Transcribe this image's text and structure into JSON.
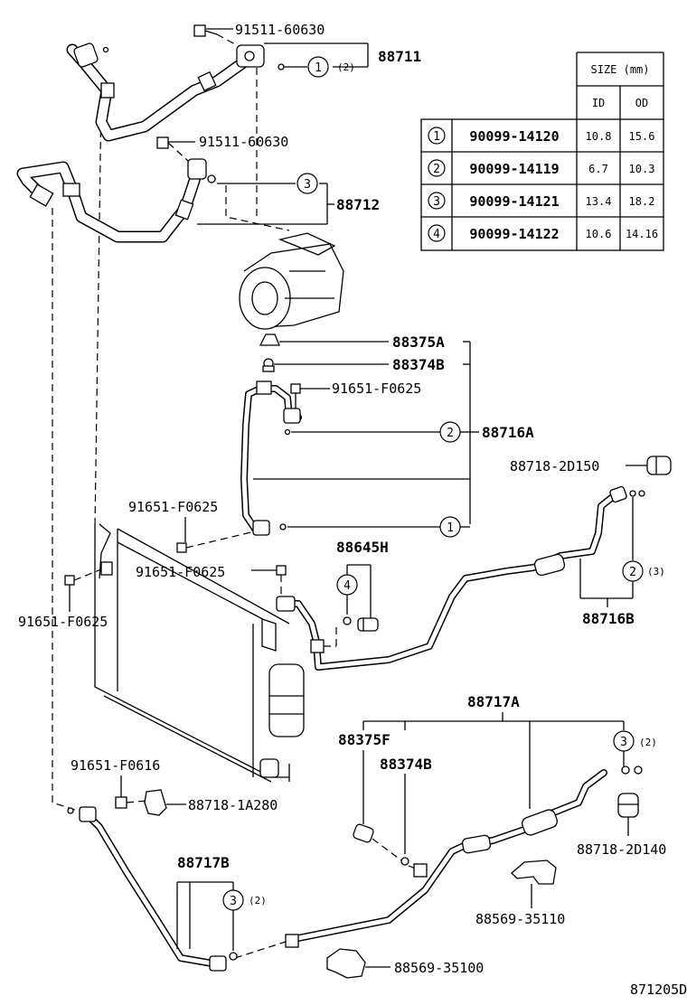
{
  "labels": {
    "p88711": "88711",
    "p91511_a": "91511-60630",
    "p91511_b": "91511-60630",
    "p88712": "88712",
    "p88375A": "88375A",
    "p88374B_top": "88374B",
    "p91651_F0625_top": "91651-F0625",
    "p88716A": "88716A",
    "p88718_2D150": "88718-2D150",
    "p91651_F0625_left": "91651-F0625",
    "p91651_F0625_mid": "91651-F0625",
    "p91651_F0625_bottom": "91651-F0625",
    "p88645H": "88645H",
    "p88716B": "88716B",
    "p88717A": "88717A",
    "p88375F": "88375F",
    "p88374B_low": "88374B",
    "p91651_F0616": "91651-F0616",
    "p88718_1A280": "88718-1A280",
    "p88717B": "88717B",
    "p88718_2D140": "88718-2D140",
    "p88569_35110": "88569-35110",
    "p88569_35100": "88569-35100",
    "diagram_code": "871205D"
  },
  "callouts": {
    "c1_top": "1",
    "q1_top": "(2)",
    "c3_top": "3",
    "c2_88716A": "2",
    "c1_88716A": "1",
    "c4_88645H": "4",
    "c2_88716B": "2",
    "q2_88716B": "(3)",
    "c3_88717A": "3",
    "q3_88717A": "(2)",
    "c3_88717B": "3",
    "q3_88717B": "(2)"
  },
  "size_table": {
    "header_size": "SIZE (mm)",
    "header_id": "ID",
    "header_od": "OD",
    "rows": [
      {
        "no": "1",
        "part": "90099-14120",
        "id": "10.8",
        "od": "15.6"
      },
      {
        "no": "2",
        "part": "90099-14119",
        "id": "6.7",
        "od": "10.3"
      },
      {
        "no": "3",
        "part": "90099-14121",
        "id": "13.4",
        "od": "18.2"
      },
      {
        "no": "4",
        "part": "90099-14122",
        "id": "10.6",
        "od": "14.16"
      }
    ]
  }
}
